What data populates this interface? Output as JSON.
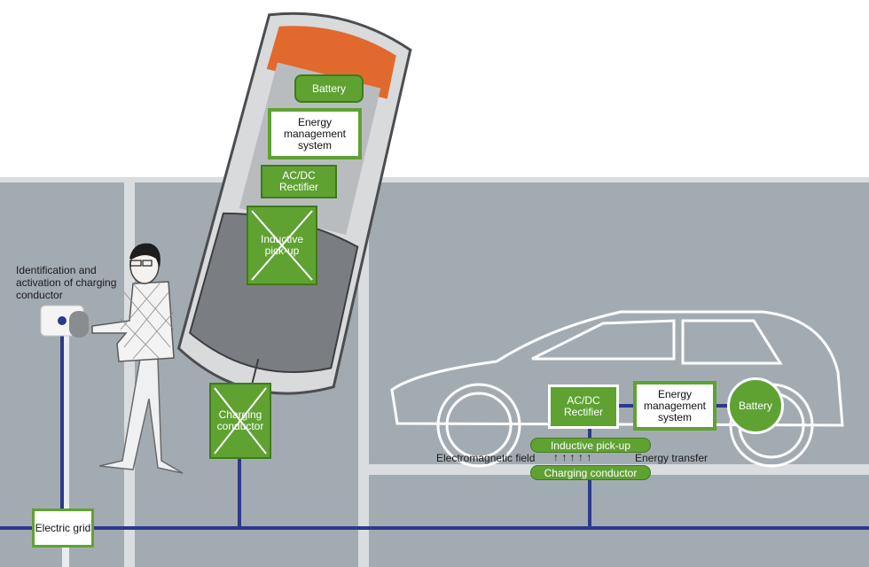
{
  "labels": {
    "identification": "Identification and activation of charging conductor",
    "electric_grid": "Electric grid",
    "charging_conductor_left": "Charging conductor",
    "car_battery": "Battery",
    "car_energy_mgmt": "Energy management system",
    "car_rectifier": "AC/DC Rectifier",
    "car_inductive": "Inductive pick-up",
    "side_rectifier": "AC/DC Rectifier",
    "side_energy_mgmt": "Energy management system",
    "side_battery": "Battery",
    "inductive_pickup": "Inductive pick-up",
    "em_field": "Electromagnetic field",
    "arrows": "↑  ↑  ↑  ↑  ↑",
    "energy_transfer": "Energy transfer",
    "charging_conductor_bottom": "Charging conductor"
  },
  "icons": [
    "person-illustration",
    "wall-charger-icon",
    "top-view-car-illustration",
    "side-view-car-outline"
  ],
  "colors": {
    "ground": "#a3abb2",
    "accent_green": "#5fa232",
    "wire_blue": "#2b3a8c",
    "road_line": "#d9dde0"
  }
}
